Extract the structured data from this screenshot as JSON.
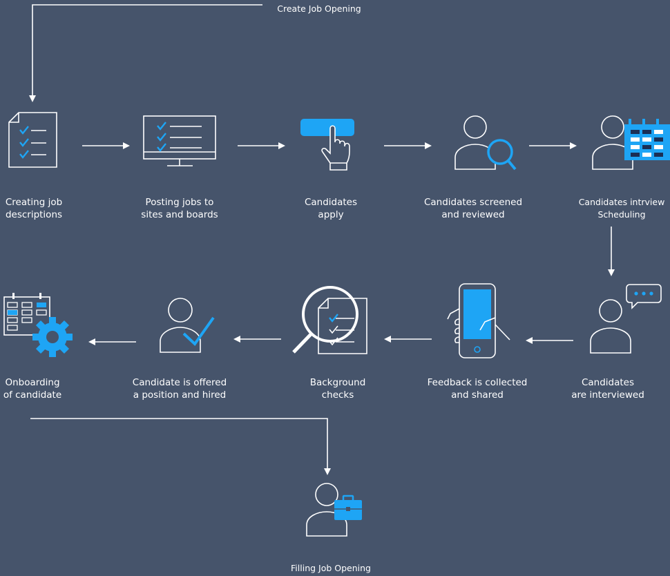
{
  "diagram": {
    "start_label": "Create Job Opening",
    "end_label": "Filling Job Opening",
    "steps": [
      {
        "id": "creating",
        "line1": "Creating job",
        "line2": "descriptions",
        "icon": "checklist-document-icon"
      },
      {
        "id": "posting",
        "line1": "Posting jobs to",
        "line2": "sites and boards",
        "icon": "monitor-checklist-icon"
      },
      {
        "id": "apply",
        "line1": "Candidates",
        "line2": "apply",
        "icon": "hand-click-button-icon"
      },
      {
        "id": "screened",
        "line1": "Candidates screened",
        "line2": "and reviewed",
        "icon": "person-magnifier-icon"
      },
      {
        "id": "scheduling",
        "line1": "Candidates intrview",
        "line2": "Scheduling",
        "icon": "person-calendar-icon"
      },
      {
        "id": "interviewed",
        "line1": "Candidates",
        "line2": "are interviewed",
        "icon": "person-speech-bubble-icon"
      },
      {
        "id": "feedback",
        "line1": "Feedback is collected",
        "line2": "and shared",
        "icon": "hand-phone-icon"
      },
      {
        "id": "background",
        "line1": "Background",
        "line2": "checks",
        "icon": "document-magnifier-icon"
      },
      {
        "id": "hired",
        "line1": "Candidate is offered",
        "line2": "a position and hired",
        "icon": "person-checkmark-icon"
      },
      {
        "id": "onboarding",
        "line1": "Onboarding",
        "line2": "of candidate",
        "icon": "calendar-gear-icon"
      }
    ],
    "colors": {
      "background": "#46546b",
      "line": "#ffffff",
      "accent": "#1ea5f5"
    }
  }
}
